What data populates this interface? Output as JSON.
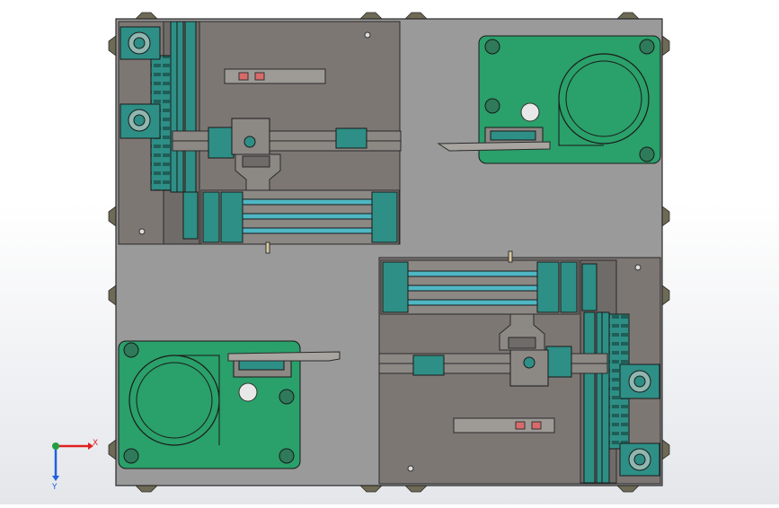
{
  "window": {
    "type": "cad-viewport",
    "view": "top"
  },
  "triad": {
    "x_label": "X",
    "y_label": "Y",
    "x_color": "#e02020",
    "y_color": "#2060e0",
    "z_color": "#20a040"
  },
  "colors": {
    "base_plate": "#9a9a9a",
    "sub_plate": "#7d7774",
    "feeder_green": "#2aa06a",
    "rail_teal": "#2e8f86",
    "rod_cyan": "#4fb7c4",
    "dark_edge": "#2a2a2a",
    "marker_red": "#d86a6a"
  },
  "components": [
    "base-plate",
    "top-left-linear-module",
    "top-right-spiral-feeder",
    "bottom-left-spiral-feeder",
    "bottom-right-linear-module",
    "mounting-feet"
  ]
}
